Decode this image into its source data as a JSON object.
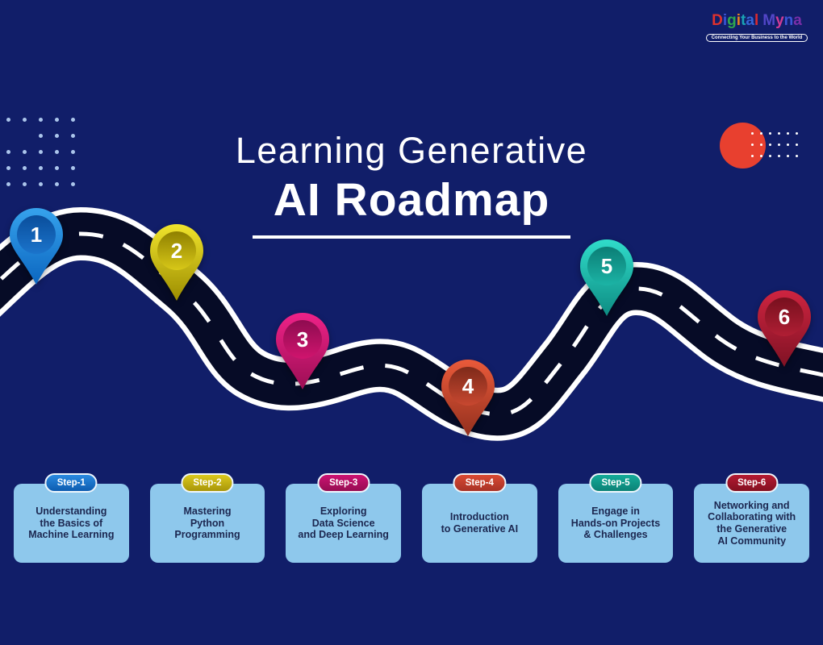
{
  "colors": {
    "background": "#111e69",
    "road_asphalt": "#060b26",
    "road_edge": "#ffffff",
    "card_background": "#8ec8ec",
    "card_text": "#1c2750",
    "deco_circle": "#e8402f",
    "deco_dot_left": "#b9d4f6",
    "deco_dot_right": "#ffffff"
  },
  "logo": {
    "brand": "Digital Myna",
    "letters": [
      {
        "ch": "D",
        "color": "#e0312d"
      },
      {
        "ch": "i",
        "color": "#3b54d6"
      },
      {
        "ch": "g",
        "color": "#2ea84e"
      },
      {
        "ch": "i",
        "color": "#e8821e"
      },
      {
        "ch": "t",
        "color": "#19a3b4"
      },
      {
        "ch": "a",
        "color": "#3566d8"
      },
      {
        "ch": "l",
        "color": "#d92b2f"
      },
      {
        "ch": " ",
        "color": "#ffffff"
      },
      {
        "ch": "M",
        "color": "#5246c8"
      },
      {
        "ch": "y",
        "color": "#d23c96"
      },
      {
        "ch": "n",
        "color": "#3b54d6"
      },
      {
        "ch": "a",
        "color": "#7a2ea8"
      }
    ],
    "tagline": "Connecting Your Business to the World"
  },
  "title": {
    "line1": "Learning Generative",
    "line2": "AI Roadmap"
  },
  "pins": [
    {
      "number": "1",
      "outer_top": "#36a2ec",
      "outer_bottom": "#0b66c0",
      "inner_top": "#0a4e9c",
      "inner_bottom": "#1b74cc"
    },
    {
      "number": "2",
      "outer_top": "#f0e32c",
      "outer_bottom": "#9c8d00",
      "inner_top": "#8f8000",
      "inner_bottom": "#d8c818"
    },
    {
      "number": "3",
      "outer_top": "#ee2288",
      "outer_bottom": "#9c0e54",
      "inner_top": "#8e0c50",
      "inner_bottom": "#d0146e"
    },
    {
      "number": "4",
      "outer_top": "#ea5a3a",
      "outer_bottom": "#93301e",
      "inner_top": "#7e2a1a",
      "inner_bottom": "#c84830"
    },
    {
      "number": "5",
      "outer_top": "#30dcca",
      "outer_bottom": "#0d8c82",
      "inner_top": "#0b7e76",
      "inner_bottom": "#1cb4a6"
    },
    {
      "number": "6",
      "outer_top": "#ce2440",
      "outer_bottom": "#801224",
      "inner_top": "#77101e",
      "inner_bottom": "#b01e34"
    }
  ],
  "steps": [
    {
      "badge": "Step-1",
      "badge_color1": "#2a8ae0",
      "badge_color2": "#0d5cb0",
      "text": "Understanding\nthe Basics of\nMachine Learning"
    },
    {
      "badge": "Step-2",
      "badge_color1": "#dcc91e",
      "badge_color2": "#a8960a",
      "text": "Mastering\nPython\nProgramming"
    },
    {
      "badge": "Step-3",
      "badge_color1": "#cc1272",
      "badge_color2": "#960c52",
      "text": "Exploring\nData Science\nand Deep Learning"
    },
    {
      "badge": "Step-4",
      "badge_color1": "#d94a33",
      "badge_color2": "#a83226",
      "text": "Introduction\nto Generative AI"
    },
    {
      "badge": "Step-5",
      "badge_color1": "#14ab99",
      "badge_color2": "#0c8276",
      "text": "Engage in\nHands-on Projects\n& Challenges"
    },
    {
      "badge": "Step-6",
      "badge_color1": "#b41a32",
      "badge_color2": "#841020",
      "text": "Networking and\nCollaborating with\nthe Generative\nAI Community"
    }
  ]
}
